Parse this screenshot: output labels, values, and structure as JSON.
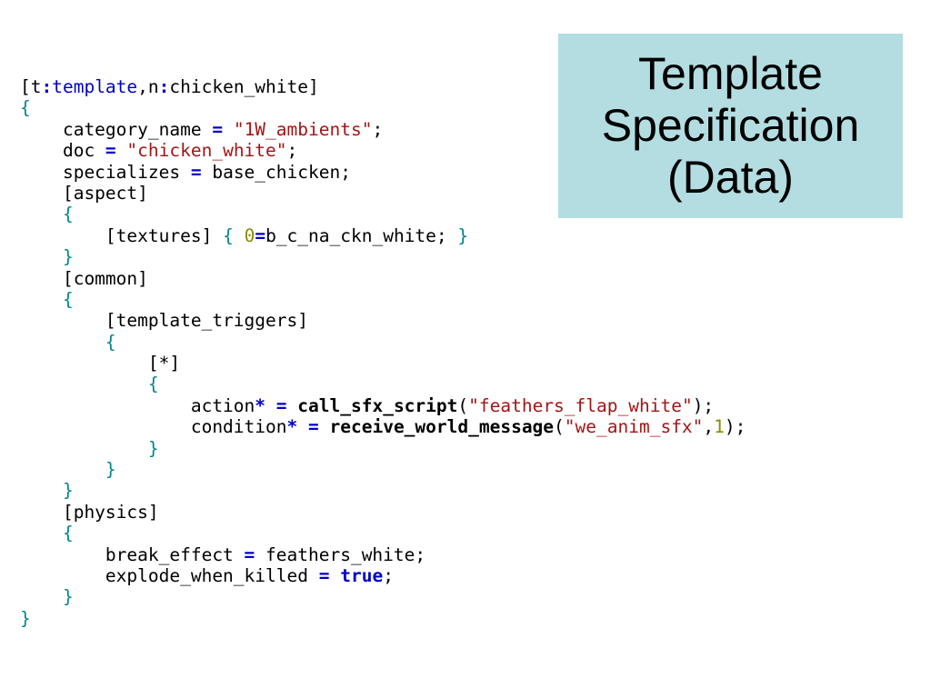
{
  "slide": {
    "title_lines": [
      "Template",
      "Specification",
      "(Data)"
    ],
    "title_box_color": "#b3dde1"
  },
  "token_colors": {
    "keyword": "#0000c8",
    "brace": "#00858e",
    "string": "#a31515",
    "number": "#8a8a00",
    "plain": "#000000"
  },
  "code": {
    "lines": [
      [
        {
          "t": "[t"
        },
        {
          "t": ":",
          "c": "blue-bold"
        },
        {
          "t": "template",
          "c": "blue"
        },
        {
          "t": ",n"
        },
        {
          "t": ":",
          "c": "blue-bold"
        },
        {
          "t": "chicken_white]"
        }
      ],
      [
        {
          "t": "{",
          "c": "teal"
        }
      ],
      [
        {
          "t": "    category_name "
        },
        {
          "t": "=",
          "c": "blue-bold"
        },
        {
          "t": " "
        },
        {
          "t": "\"1W_ambients\"",
          "c": "red"
        },
        {
          "t": ";"
        }
      ],
      [
        {
          "t": "    doc "
        },
        {
          "t": "=",
          "c": "blue-bold"
        },
        {
          "t": " "
        },
        {
          "t": "\"chicken_white\"",
          "c": "red"
        },
        {
          "t": ";"
        }
      ],
      [
        {
          "t": "    specializes "
        },
        {
          "t": "=",
          "c": "blue-bold"
        },
        {
          "t": " base_chicken;"
        }
      ],
      [
        {
          "t": "    [aspect]"
        }
      ],
      [
        {
          "t": "    "
        },
        {
          "t": "{",
          "c": "teal"
        }
      ],
      [
        {
          "t": "        [textures] "
        },
        {
          "t": "{",
          "c": "teal"
        },
        {
          "t": " "
        },
        {
          "t": "0",
          "c": "olive"
        },
        {
          "t": "=",
          "c": "blue-bold"
        },
        {
          "t": "b_c_na_ckn_white; "
        },
        {
          "t": "}",
          "c": "teal"
        }
      ],
      [
        {
          "t": "    "
        },
        {
          "t": "}",
          "c": "teal"
        }
      ],
      [
        {
          "t": "    [common]"
        }
      ],
      [
        {
          "t": "    "
        },
        {
          "t": "{",
          "c": "teal"
        }
      ],
      [
        {
          "t": "        [template_triggers]"
        }
      ],
      [
        {
          "t": "        "
        },
        {
          "t": "{",
          "c": "teal"
        }
      ],
      [
        {
          "t": "            [*]"
        }
      ],
      [
        {
          "t": "            "
        },
        {
          "t": "{",
          "c": "teal"
        }
      ],
      [
        {
          "t": "                action"
        },
        {
          "t": "*",
          "c": "blue-bold"
        },
        {
          "t": " "
        },
        {
          "t": "=",
          "c": "blue-bold"
        },
        {
          "t": " "
        },
        {
          "t": "call_sfx_script",
          "c": "bold"
        },
        {
          "t": "("
        },
        {
          "t": "\"feathers_flap_white\"",
          "c": "red"
        },
        {
          "t": ");"
        }
      ],
      [
        {
          "t": "                condition"
        },
        {
          "t": "*",
          "c": "blue-bold"
        },
        {
          "t": " "
        },
        {
          "t": "=",
          "c": "blue-bold"
        },
        {
          "t": " "
        },
        {
          "t": "receive_world_message",
          "c": "bold"
        },
        {
          "t": "("
        },
        {
          "t": "\"we_anim_sfx\"",
          "c": "red"
        },
        {
          "t": ","
        },
        {
          "t": "1",
          "c": "olive"
        },
        {
          "t": ");"
        }
      ],
      [
        {
          "t": "            "
        },
        {
          "t": "}",
          "c": "teal"
        }
      ],
      [
        {
          "t": "        "
        },
        {
          "t": "}",
          "c": "teal"
        }
      ],
      [
        {
          "t": "    "
        },
        {
          "t": "}",
          "c": "teal"
        }
      ],
      [
        {
          "t": "    [physics]"
        }
      ],
      [
        {
          "t": "    "
        },
        {
          "t": "{",
          "c": "teal"
        }
      ],
      [
        {
          "t": "        break_effect "
        },
        {
          "t": "=",
          "c": "blue-bold"
        },
        {
          "t": " feathers_white;"
        }
      ],
      [
        {
          "t": "        explode_when_killed "
        },
        {
          "t": "=",
          "c": "blue-bold"
        },
        {
          "t": " "
        },
        {
          "t": "true",
          "c": "blue-bold"
        },
        {
          "t": ";"
        }
      ],
      [
        {
          "t": "    "
        },
        {
          "t": "}",
          "c": "teal"
        }
      ],
      [
        {
          "t": "}",
          "c": "teal"
        }
      ]
    ]
  }
}
